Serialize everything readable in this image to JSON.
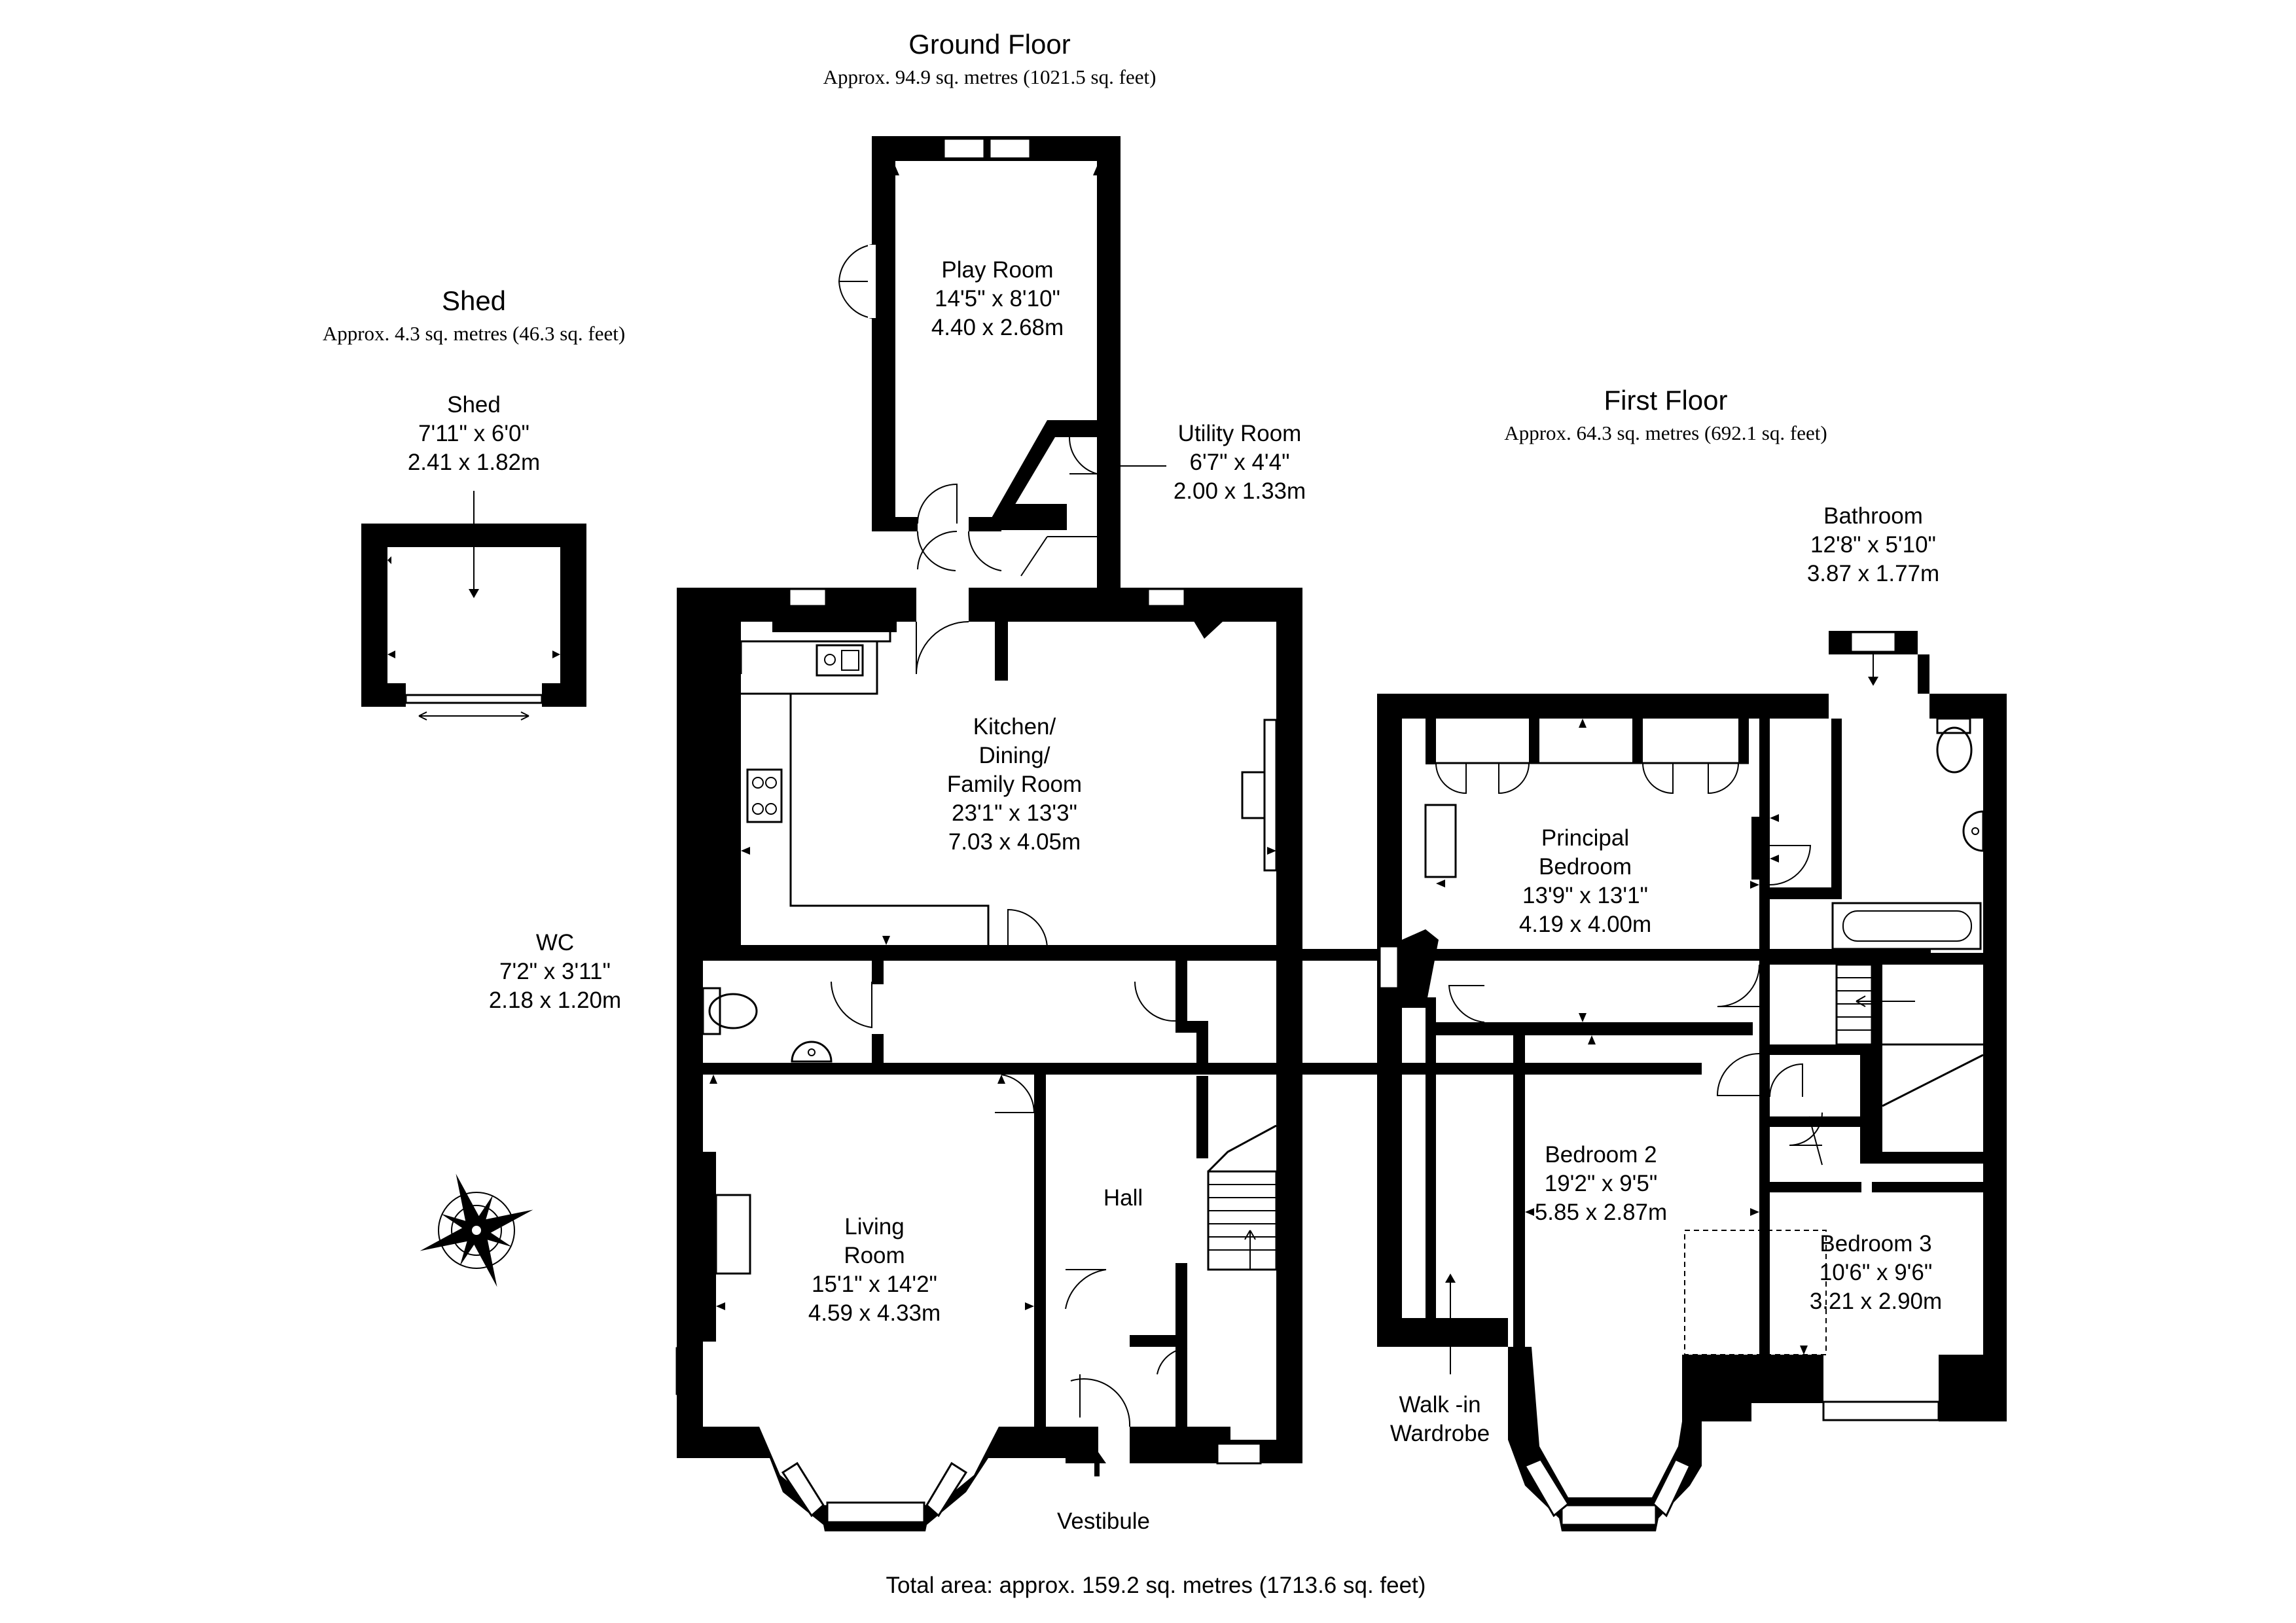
{
  "labels": {
    "ground_floor": {
      "title": "Ground Floor",
      "area": "Approx. 94.9 sq. metres (1021.5 sq. feet)"
    },
    "shed_section": {
      "title": "Shed",
      "area": "Approx. 4.3 sq. metres (46.3 sq. feet)"
    },
    "first_floor": {
      "title": "First Floor",
      "area": "Approx. 64.3 sq. metres (692.1 sq. feet)"
    },
    "total": "Total area: approx. 159.2 sq. metres (1713.6 sq. feet)"
  },
  "rooms": {
    "shed": {
      "name": "Shed",
      "imperial": "7'11\" x 6'0\"",
      "metric": "2.41 x 1.82m"
    },
    "play_room": {
      "name": "Play Room",
      "imperial": "14'5\" x 8'10\"",
      "metric": "4.40 x 2.68m"
    },
    "utility_room": {
      "name": "Utility Room",
      "imperial": "6'7\" x 4'4\"",
      "metric": "2.00 x 1.33m"
    },
    "kitchen": {
      "line1": "Kitchen/",
      "line2": "Dining/",
      "line3": "Family Room",
      "imperial": "23'1\" x 13'3\"",
      "metric": "7.03 x 4.05m"
    },
    "wc": {
      "name": "WC",
      "imperial": "7'2\" x 3'11\"",
      "metric": "2.18 x 1.20m"
    },
    "living_room": {
      "line1": "Living",
      "line2": "Room",
      "imperial": "15'1\" x 14'2\"",
      "metric": "4.59 x 4.33m"
    },
    "hall": {
      "name": "Hall"
    },
    "vestibule": {
      "name": "Vestibule"
    },
    "principal_bedroom": {
      "line1": "Principal",
      "line2": "Bedroom",
      "imperial": "13'9\" x 13'1\"",
      "metric": "4.19 x 4.00m"
    },
    "bathroom": {
      "name": "Bathroom",
      "imperial": "12'8\" x 5'10\"",
      "metric": "3.87 x 1.77m"
    },
    "bedroom_2": {
      "name": "Bedroom 2",
      "imperial": "19'2\" x 9'5\"",
      "metric": "5.85 x 2.87m"
    },
    "bedroom_3": {
      "name": "Bedroom 3",
      "imperial": "10'6\" x 9'6\"",
      "metric": "3.21 x 2.90m"
    },
    "walk_in_wardrobe": {
      "line1": "Walk -in",
      "line2": "Wardrobe"
    }
  },
  "icons": [
    "compass-rose-icon",
    "entrance-arrow-icon",
    "sink-icon",
    "hob-icon",
    "toilet-icon",
    "bath-icon",
    "basin-icon"
  ]
}
